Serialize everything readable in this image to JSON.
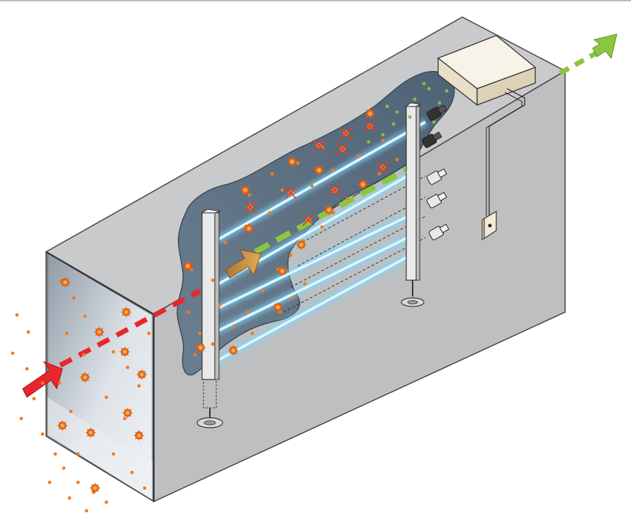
{
  "diagram": {
    "subject": "uv-germicidal-lamps-in-air-duct",
    "colors": {
      "duct_top": "#c9cacc",
      "duct_side": "#bdbfc1",
      "duct_end": "#a6a8ab",
      "duct_inner": "#c3c9d0",
      "cutaway": "#5b6f82",
      "uv_beam": "#7fd8ff",
      "pathogen": "#f47b20",
      "neutralized_mark": "#e53a2a",
      "incoming_air_arrow": "#e8262b",
      "clean_air_arrow": "#8cc63f",
      "killed_particle": "#7fc241",
      "ballast_box": "#f3ebd9",
      "airflow_arrow": "#c98a3a"
    },
    "components": [
      "duct-section",
      "cutaway-view",
      "uv-lamp-rack-left",
      "uv-lamp-rack-right",
      "uv-lamps",
      "lamp-sockets",
      "ballast-box",
      "wall-switch",
      "incoming-airflow-arrow",
      "clean-airflow-arrow",
      "pathogen-particles",
      "neutralized-pathogens"
    ],
    "lamp_count": 5,
    "neutralized_count": 9
  }
}
